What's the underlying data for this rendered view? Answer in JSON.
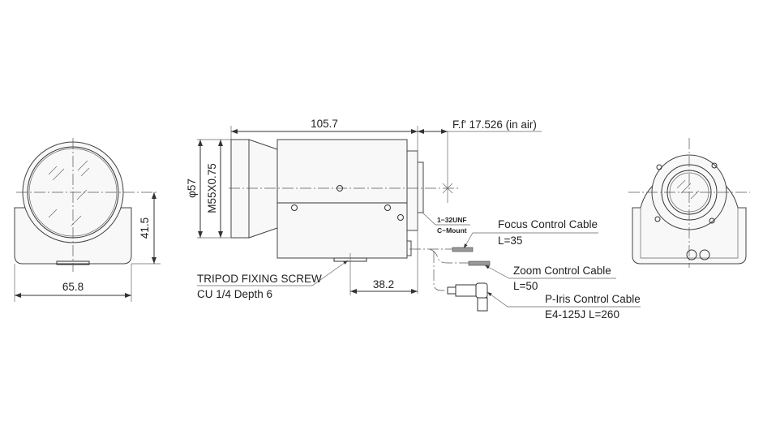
{
  "dimensions": {
    "width_front": "65.8",
    "height_front": "41.5",
    "length": "105.7",
    "flange_focal": "F.f' 17.526 (in air)",
    "diameter": "φ57",
    "filter_thread": "M55X0.75",
    "tripod_offset": "38.2"
  },
  "labels": {
    "tripod_line1": "TRIPOD FIXING SCREW",
    "tripod_line2": "CU 1/4 Depth 6",
    "mount_line1": "1−32UNF",
    "mount_line2": "C−Mount",
    "focus_cable": "Focus Control Cable",
    "focus_length": "L=35",
    "zoom_cable": "Zoom Control Cable",
    "zoom_length": "L=50",
    "iris_cable": "P-Iris Control Cable",
    "iris_length": "E4-125J L=260"
  }
}
